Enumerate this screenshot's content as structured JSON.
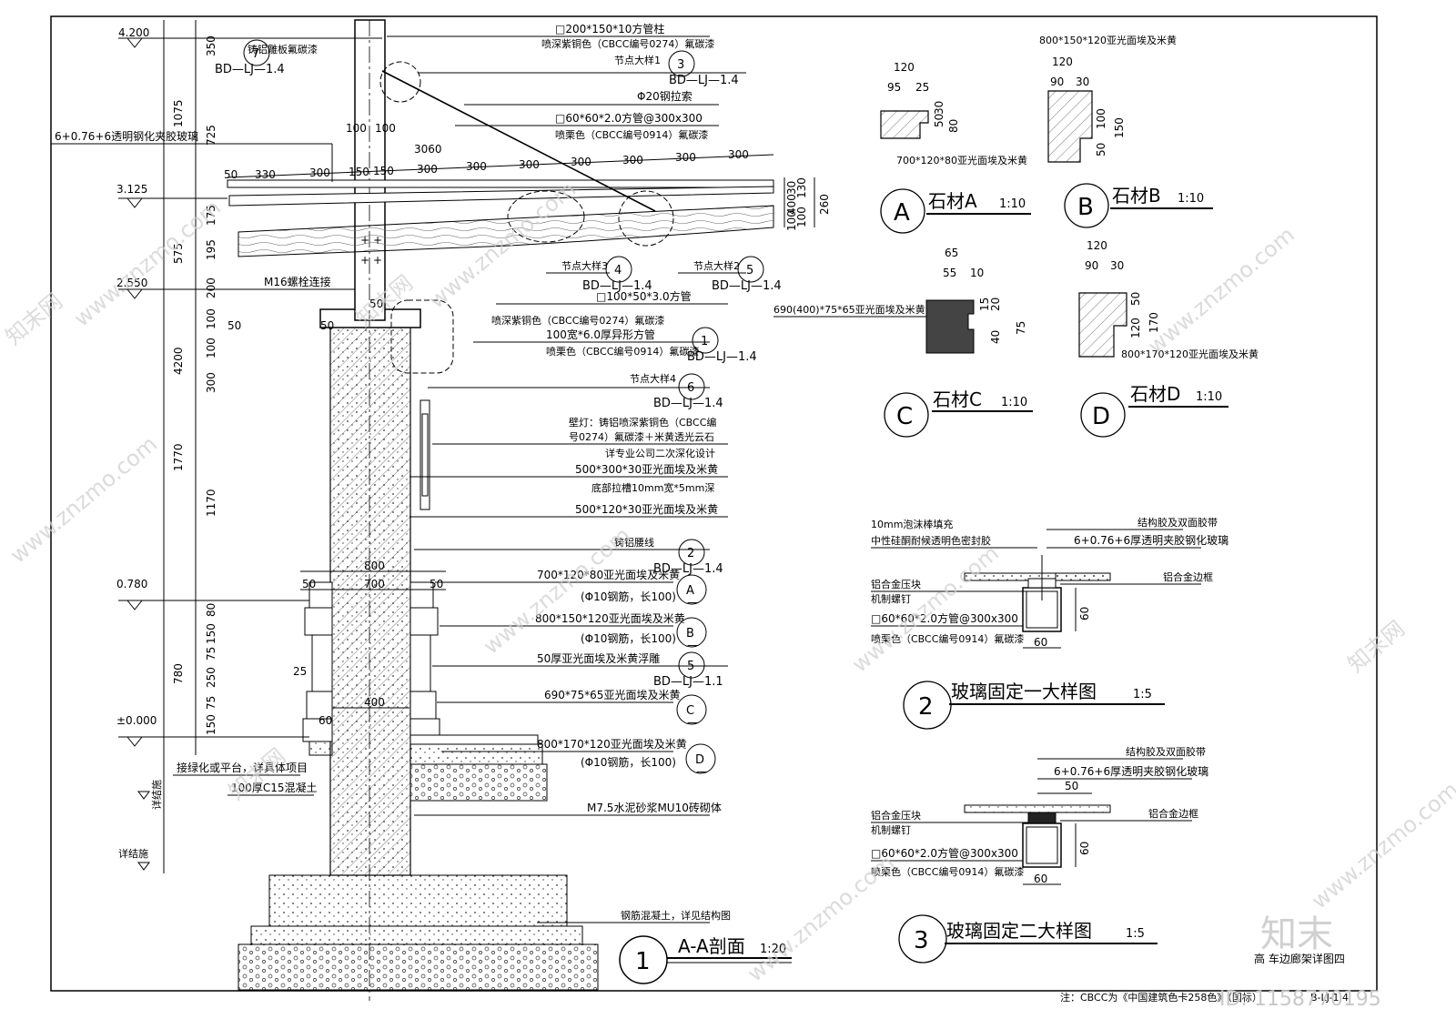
{
  "section": {
    "title": "A-A剖面",
    "scale": "1:20",
    "number": "1",
    "levels": [
      "4.200",
      "3.125",
      "2.550",
      "0.780",
      "±0.000"
    ],
    "left_dims": [
      "350",
      "1075",
      "725",
      "175",
      "575",
      "195",
      "200",
      "4200",
      "100",
      "100",
      "300",
      "1770",
      "1170",
      "780",
      "80",
      "150",
      "75",
      "250",
      "75",
      "150"
    ],
    "left_notes": [
      "6+0.76+6透明钢化夹胶玻璃",
      "M16螺栓连接",
      "接绿化或平台，详具体项目",
      "100厚C15混凝土",
      "详结施",
      "详结施"
    ],
    "top_dims": [
      "3060",
      "50",
      "330",
      "300",
      "150",
      "150",
      "300",
      "300",
      "300",
      "300",
      "300",
      "300",
      "300",
      "100",
      "100"
    ],
    "right_vdims": [
      "30",
      "130",
      "100",
      "260",
      "400",
      "100"
    ],
    "mid_dims": [
      "800",
      "700",
      "50",
      "50",
      "400",
      "25",
      "60",
      "50",
      "50",
      "50"
    ],
    "notes": [
      "□200*150*10方管柱",
      "喷深紫铜色（CBCC编号0274）氟碳漆",
      "节点大样1",
      "Φ20钢拉索",
      "□60*60*2.0方管@300x300",
      "喷栗色（CBCC编号0914）氟碳漆",
      "□100*50*3.0方管",
      "喷深紫铜色（CBCC编号0274）氟碳漆",
      "100宽*6.0厚异形方管",
      "喷栗色（CBCC编号0914）氟碳漆",
      "节点大样4",
      "壁灯：铸铝喷深紫铜色（CBCC编",
      "号0274）氟碳漆＋米黄透光云石",
      "详专业公司二次深化设计",
      "500*300*30亚光面埃及米黄",
      "底部拉槽10mm宽*5mm深",
      "500*120*30亚光面埃及米黄",
      "铸铝腰线",
      "700*120*80亚光面埃及米黄",
      "(Φ10钢筋，长100)",
      "800*150*120亚光面埃及米黄",
      "(Φ10钢筋，长100)",
      "50厚亚光面埃及米黄浮雕",
      "690*75*65亚光面埃及米黄",
      "800*170*120亚光面埃及米黄",
      "(Φ10钢筋，长100)",
      "M7.5水泥砂浆MU10砖砌体",
      "钢筋混凝土，详见结构图",
      "铸铝雕板氟碳漆",
      "节点大样3",
      "节点大样2"
    ],
    "refs": [
      {
        "num": "3",
        "code": "BD—LJ—1.4"
      },
      {
        "num": "7",
        "code": "BD—LJ—1.4"
      },
      {
        "num": "4",
        "code": "BD—LJ—1.4"
      },
      {
        "num": "5",
        "code": "BD—LJ—1.4"
      },
      {
        "num": "1",
        "code": "BD—LJ—1.4"
      },
      {
        "num": "6",
        "code": "BD—LJ—1.4"
      },
      {
        "num": "2",
        "code": "BD—LJ—1.4"
      },
      {
        "num": "5",
        "code": "BD—LJ—1.1"
      }
    ],
    "stone_refs": [
      "A",
      "B",
      "C",
      "D"
    ],
    "dash": "—"
  },
  "stones": [
    {
      "id": "A",
      "title": "石材A",
      "scale": "1:10",
      "spec": "700*120*80亚光面埃及米黄",
      "dims": [
        "120",
        "95",
        "25",
        "50",
        "30",
        "80"
      ]
    },
    {
      "id": "B",
      "title": "石材B",
      "scale": "1:10",
      "spec": "800*150*120亚光面埃及米黄",
      "dims": [
        "120",
        "90",
        "30",
        "50",
        "100",
        "150"
      ]
    },
    {
      "id": "C",
      "title": "石材C",
      "scale": "1:10",
      "spec": "690(400)*75*65亚光面埃及米黄",
      "dims": [
        "65",
        "55",
        "10",
        "15",
        "20",
        "40",
        "75"
      ]
    },
    {
      "id": "D",
      "title": "石材D",
      "scale": "1:10",
      "spec": "800*170*120亚光面埃及米黄",
      "dims": [
        "120",
        "90",
        "30",
        "50",
        "120",
        "170"
      ]
    }
  ],
  "glass1": {
    "num": "2",
    "title": "玻璃固定一大样图",
    "scale": "1:5",
    "notes": [
      "10mm泡沫棒填充",
      "中性硅酮耐候透明色密封胶",
      "结构胶及双面胶带",
      "6+0.76+6厚透明夹胶钢化玻璃",
      "铝合金压块",
      "机制螺钉",
      "铝合金边框",
      "□60*60*2.0方管@300x300",
      "喷栗色（CBCC编号0914）氟碳漆"
    ],
    "dims": [
      "60",
      "60"
    ]
  },
  "glass2": {
    "num": "3",
    "title": "玻璃固定二大样图",
    "scale": "1:5",
    "notes": [
      "结构胶及双面胶带",
      "6+0.76+6厚透明夹胶钢化玻璃",
      "铝合金压块",
      "机制螺钉",
      "铝合金边框",
      "□60*60*2.0方管@300x300",
      "喷栗色（CBCC编号0914）氟碳漆"
    ],
    "dims": [
      "50",
      "60",
      "60"
    ]
  },
  "titleblock": {
    "sheet_name": "高   车边廊架详图四",
    "note": "注：CBCC为《中国建筑色卡258色》（国标）",
    "sheet_no": "B-LJ-1.4"
  },
  "watermark": {
    "site": "www.znzmo.com",
    "brand": "知末网",
    "logo": "知末",
    "id": "ID: 1158770195"
  }
}
